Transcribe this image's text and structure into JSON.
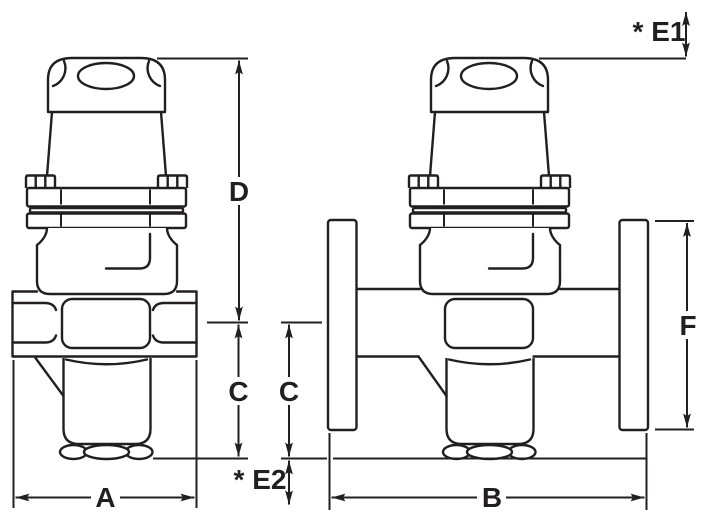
{
  "drawing": {
    "description_labels": {
      "d": "D",
      "c_left": "C",
      "c_right": "C",
      "f": "F",
      "a": "A",
      "b": "B",
      "e1": "* E1",
      "e2": "* E2"
    },
    "colors": {
      "line": "#231f20",
      "background": "#ffffff"
    }
  }
}
